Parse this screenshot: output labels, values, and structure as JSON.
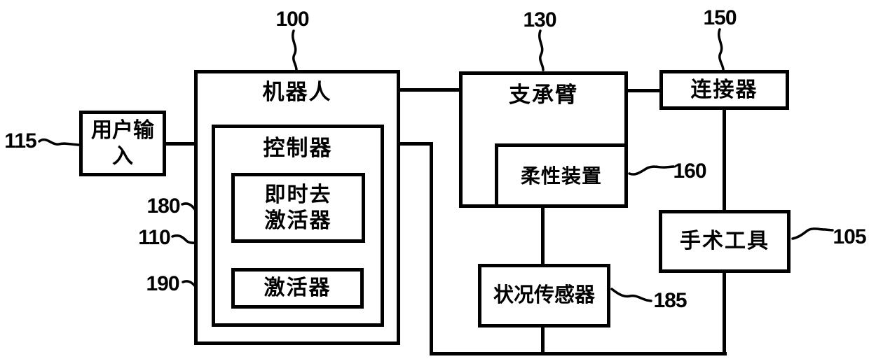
{
  "figure": {
    "background": "#ffffff",
    "line_color": "#000000",
    "boxes": {
      "robot": {
        "label": "机器人",
        "ref": "100"
      },
      "controller": {
        "label": "控制器",
        "ref": "110"
      },
      "instant_deactivator": {
        "label": "即时去\n激活器",
        "ref": "180"
      },
      "activator": {
        "label": "激活器",
        "ref": "190"
      },
      "user_input": {
        "label": "用户输入",
        "ref": "115"
      },
      "support_arm": {
        "label": "支承臂",
        "ref": "130"
      },
      "flexible_device": {
        "label": "柔性装置",
        "ref": "160"
      },
      "connector": {
        "label": "连接器",
        "ref": "150"
      },
      "surgical_tool": {
        "label": "手术工具",
        "ref": "105"
      },
      "condition_sensor": {
        "label": "状况传感器",
        "ref": "185"
      }
    }
  }
}
